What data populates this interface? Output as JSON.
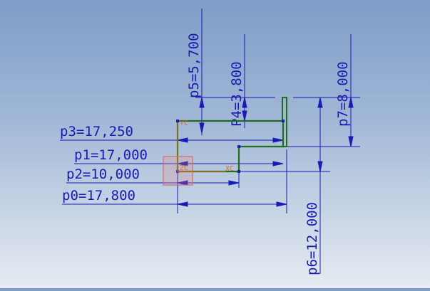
{
  "dimensions": {
    "p0": "p0=17,800",
    "p1": "p1=17,000",
    "p2": "p2=10,000",
    "p3": "p3=17,250",
    "p4": "P4=3,800",
    "p5": "p5=5,700",
    "p6": "p6=12,000",
    "p7": "p7=8,000"
  },
  "axes": {
    "xc": "XC",
    "yc": "YC",
    "zc": "ZC"
  },
  "colors": {
    "dimension": "#1a1ab4",
    "profile": "#1e6e1e",
    "point": "#1a1ab4",
    "axis": "#e07020",
    "csys_box": "#d86a6a"
  }
}
